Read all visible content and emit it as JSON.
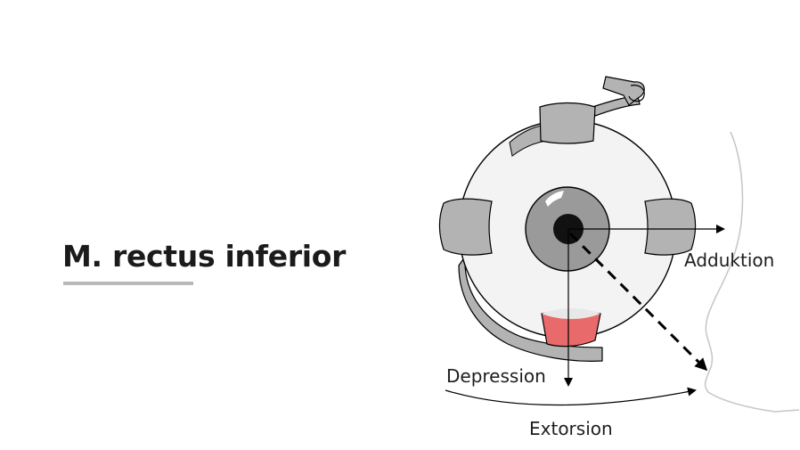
{
  "title": "M. rectus inferior",
  "labels": {
    "adduktion": "Adduktion",
    "depression": "Depression",
    "extorsion": "Extorsion"
  },
  "colors": {
    "muscle_gray": "#b3b3b3",
    "highlight_muscle": "#e86a6a",
    "outline": "#000000",
    "underline": "#b9b9b9",
    "iris": "#9a9a9a",
    "pupil": "#111111"
  }
}
